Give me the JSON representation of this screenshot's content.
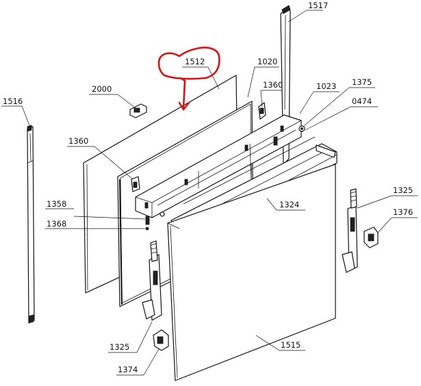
{
  "labels": {
    "l1516": "1516",
    "l1517": "1517",
    "l1512": "1512",
    "l2000": "2000",
    "l1020": "1020",
    "l1360a": "1360",
    "l1023": "1023",
    "l1375": "1375",
    "l0474": "0474",
    "l1360b": "1360",
    "l1358": "1358",
    "l1368": "1368",
    "l1324": "1324",
    "l1325a": "1325",
    "l1376": "1376",
    "l1325b": "1325",
    "l1374": "1374",
    "l1515": "1515"
  },
  "colors": {
    "line": "#111111",
    "highlight": "#e01010",
    "background": "#ffffff"
  }
}
